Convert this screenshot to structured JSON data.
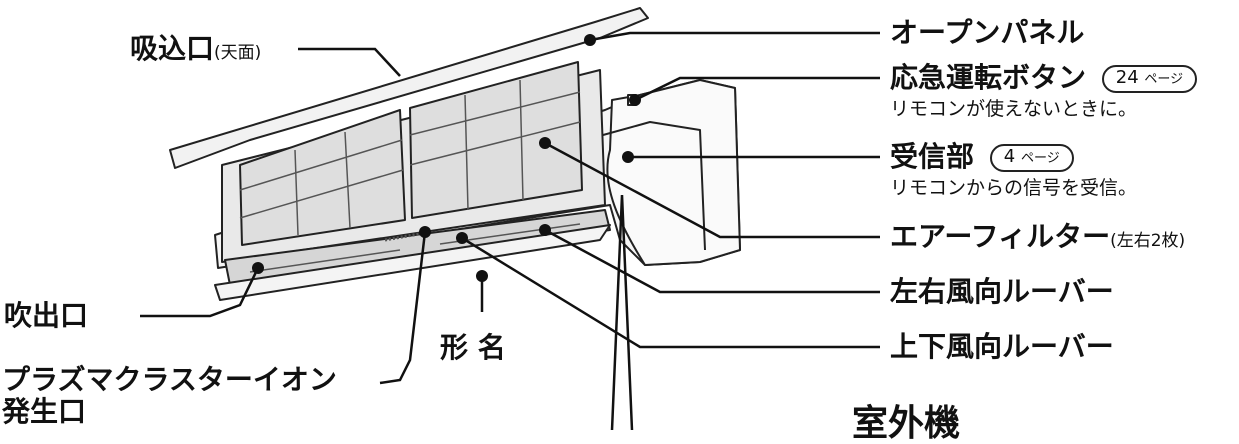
{
  "labels": {
    "intake": "吸込口",
    "intake_sub": "(天面)",
    "open_panel": "オープンパネル",
    "emergency_button": "応急運転ボタン",
    "emergency_page_num": "24",
    "emergency_page_unit": "ページ",
    "emergency_note": "リモコンが使えないときに。",
    "receiver": "受信部",
    "receiver_page_num": "4",
    "receiver_page_unit": "ページ",
    "receiver_note": "リモコンからの信号を受信。",
    "air_filter": "エアーフィルター",
    "air_filter_sub": "(左右2枚)",
    "lr_louver": "左右風向ルーバー",
    "ud_louver": "上下風向ルーバー",
    "outlet": "吹出口",
    "model_name": "形 名",
    "plasma_line1": "プラズマクラスターイオン",
    "plasma_line2": "発生口",
    "outdoor_unit": "室外機"
  }
}
